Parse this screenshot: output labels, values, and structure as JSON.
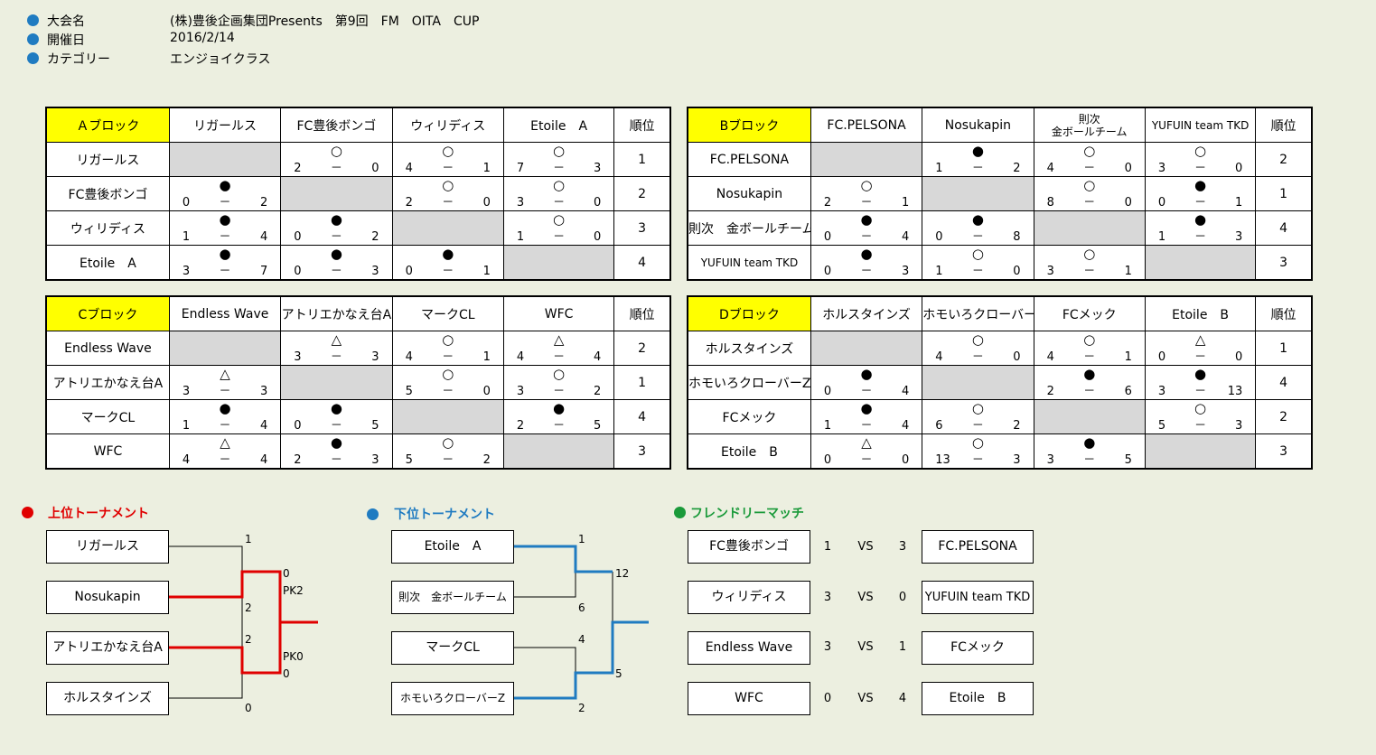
{
  "info": {
    "tournament_label": "大会名",
    "tournament_value": "(株)豊後企画集団Presents　第9回　FM　OITA　CUP",
    "date_label": "開催日",
    "date_value": "2016/2/14",
    "category_label": "カテゴリー",
    "category_value": "エンジョイクラス"
  },
  "blocks": {
    "A": {
      "name": "Ａブロック",
      "rank_label": "順位",
      "teams": [
        "リガールス",
        "FC豊後ボンゴ",
        "ウィリディス",
        "Etoile　A"
      ],
      "results": [
        [
          null,
          [
            "○",
            "2",
            "－",
            "0"
          ],
          [
            "○",
            "4",
            "－",
            "1"
          ],
          [
            "○",
            "7",
            "－",
            "3"
          ]
        ],
        [
          [
            "●",
            "0",
            "－",
            "2"
          ],
          null,
          [
            "○",
            "2",
            "－",
            "0"
          ],
          [
            "○",
            "3",
            "－",
            "0"
          ]
        ],
        [
          [
            "●",
            "1",
            "－",
            "4"
          ],
          [
            "●",
            "0",
            "－",
            "2"
          ],
          null,
          [
            "○",
            "1",
            "－",
            "0"
          ]
        ],
        [
          [
            "●",
            "3",
            "－",
            "7"
          ],
          [
            "●",
            "0",
            "－",
            "3"
          ],
          [
            "●",
            "0",
            "－",
            "1"
          ],
          null
        ]
      ],
      "ranks": [
        "1",
        "2",
        "3",
        "4"
      ]
    },
    "B": {
      "name": "Bブロック",
      "rank_label": "順位",
      "teams": [
        "FC.PELSONA",
        "Nosukapin",
        "則次　金ボールチーム",
        "YUFUIN team TKD"
      ],
      "headers": [
        "FC.PELSONA",
        "Nosukapin",
        "則次\n金ボールチーム",
        "YUFUIN team TKD"
      ],
      "results": [
        [
          null,
          [
            "●",
            "1",
            "－",
            "2"
          ],
          [
            "○",
            "4",
            "－",
            "0"
          ],
          [
            "○",
            "3",
            "－",
            "0"
          ]
        ],
        [
          [
            "○",
            "2",
            "－",
            "1"
          ],
          null,
          [
            "○",
            "8",
            "－",
            "0"
          ],
          [
            "●",
            "0",
            "－",
            "1"
          ]
        ],
        [
          [
            "●",
            "0",
            "－",
            "4"
          ],
          [
            "●",
            "0",
            "－",
            "8"
          ],
          null,
          [
            "●",
            "1",
            "－",
            "3"
          ]
        ],
        [
          [
            "●",
            "0",
            "－",
            "3"
          ],
          [
            "○",
            "1",
            "－",
            "0"
          ],
          [
            "○",
            "3",
            "－",
            "1"
          ],
          null
        ]
      ],
      "ranks": [
        "2",
        "1",
        "4",
        "3"
      ]
    },
    "C": {
      "name": "Cブロック",
      "rank_label": "順位",
      "teams": [
        "Endless Wave",
        "アトリエかなえ台A",
        "マークCL",
        "WFC"
      ],
      "results": [
        [
          null,
          [
            "△",
            "3",
            "－",
            "3"
          ],
          [
            "○",
            "4",
            "－",
            "1"
          ],
          [
            "△",
            "4",
            "－",
            "4"
          ]
        ],
        [
          [
            "△",
            "3",
            "－",
            "3"
          ],
          null,
          [
            "○",
            "5",
            "－",
            "0"
          ],
          [
            "○",
            "3",
            "－",
            "2"
          ]
        ],
        [
          [
            "●",
            "1",
            "－",
            "4"
          ],
          [
            "●",
            "0",
            "－",
            "5"
          ],
          null,
          [
            "●",
            "2",
            "－",
            "5"
          ]
        ],
        [
          [
            "△",
            "4",
            "－",
            "4"
          ],
          [
            "●",
            "2",
            "－",
            "3"
          ],
          [
            "○",
            "5",
            "－",
            "2"
          ],
          null
        ]
      ],
      "ranks": [
        "2",
        "1",
        "4",
        "3"
      ]
    },
    "D": {
      "name": "Dブロック",
      "rank_label": "順位",
      "teams": [
        "ホルスタインズ",
        "ホモいろクローバーZ",
        "FCメック",
        "Etoile　B"
      ],
      "results": [
        [
          null,
          [
            "○",
            "4",
            "－",
            "0"
          ],
          [
            "○",
            "4",
            "－",
            "1"
          ],
          [
            "△",
            "0",
            "－",
            "0"
          ]
        ],
        [
          [
            "●",
            "0",
            "－",
            "4"
          ],
          null,
          [
            "●",
            "2",
            "－",
            "6"
          ],
          [
            "●",
            "3",
            "－",
            "13"
          ]
        ],
        [
          [
            "●",
            "1",
            "－",
            "4"
          ],
          [
            "○",
            "6",
            "－",
            "2"
          ],
          null,
          [
            "○",
            "5",
            "－",
            "3"
          ]
        ],
        [
          [
            "△",
            "0",
            "－",
            "0"
          ],
          [
            "○",
            "13",
            "－",
            "3"
          ],
          [
            "●",
            "3",
            "－",
            "5"
          ],
          null
        ]
      ],
      "ranks": [
        "1",
        "4",
        "2",
        "3"
      ]
    }
  },
  "upper": {
    "title": "上位トーナメント",
    "color": "#e00000",
    "teams": [
      "リガールス",
      "Nosukapin",
      "アトリエかなえ台A",
      "ホルスタインズ"
    ],
    "scores": [
      "1",
      "2",
      "2",
      "0"
    ],
    "final_scores": [
      "0",
      "0"
    ],
    "pk_labels": [
      "PK2",
      "PK0"
    ]
  },
  "lower": {
    "title": "下位トーナメント",
    "color": "#1f7bc1",
    "teams": [
      "Etoile　A",
      "則次　金ボールチーム",
      "マークCL",
      "ホモいろクローバーZ"
    ],
    "scores": [
      "1",
      "6",
      "4",
      "2"
    ],
    "final_scores": [
      "12",
      "5"
    ]
  },
  "friendly": {
    "title": "フレンドリーマッチ",
    "color": "#1a9a3a",
    "vs_label": "VS",
    "matches": [
      {
        "home": "FC豊後ボンゴ",
        "hs": "1",
        "as": "3",
        "away": "FC.PELSONA"
      },
      {
        "home": "ウィリディス",
        "hs": "3",
        "as": "0",
        "away": "YUFUIN team TKD"
      },
      {
        "home": "Endless Wave",
        "hs": "3",
        "as": "1",
        "away": "FCメック"
      },
      {
        "home": "WFC",
        "hs": "0",
        "as": "4",
        "away": "Etoile　B"
      }
    ]
  }
}
